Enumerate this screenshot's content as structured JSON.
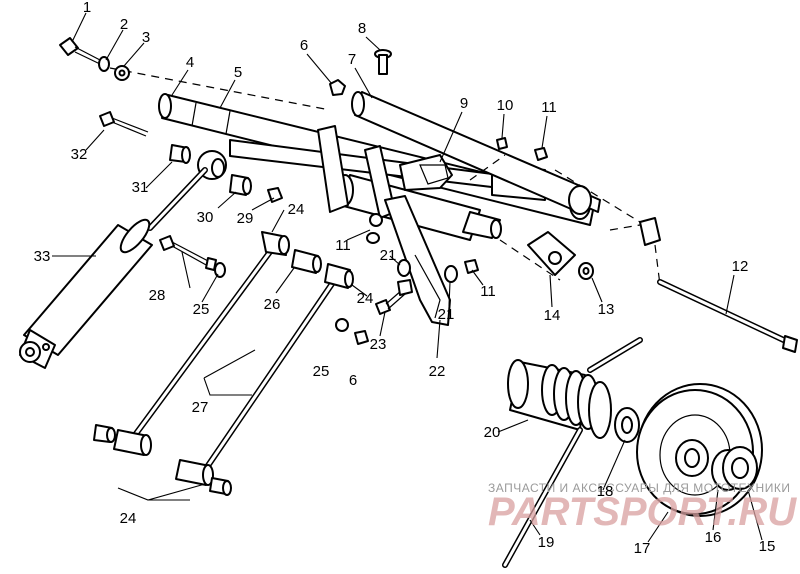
{
  "callouts": {
    "c1": "1",
    "c2": "2",
    "c3": "3",
    "c4": "4",
    "c5": "5",
    "c6a": "6",
    "c6b": "6",
    "c7": "7",
    "c8": "8",
    "c9": "9",
    "c10": "10",
    "c11a": "11",
    "c11b": "11",
    "c11c": "11",
    "c12": "12",
    "c13": "13",
    "c14": "14",
    "c15": "15",
    "c16": "16",
    "c17": "17",
    "c18": "18",
    "c19": "19",
    "c20": "20",
    "c21a": "21",
    "c21b": "21",
    "c22": "22",
    "c23": "23",
    "c24a": "24",
    "c24b": "24",
    "c24c": "24",
    "c25a": "25",
    "c25b": "25",
    "c26": "26",
    "c27": "27",
    "c28": "28",
    "c29": "29",
    "c30": "30",
    "c31": "31",
    "c32": "32",
    "c33": "33"
  },
  "watermark": {
    "line1": "ЗАПЧАСТИ И АКСЕССУАРЫ ДЛЯ МОТОТЕХНИКИ",
    "line2": "PARTSPORT.RU"
  }
}
